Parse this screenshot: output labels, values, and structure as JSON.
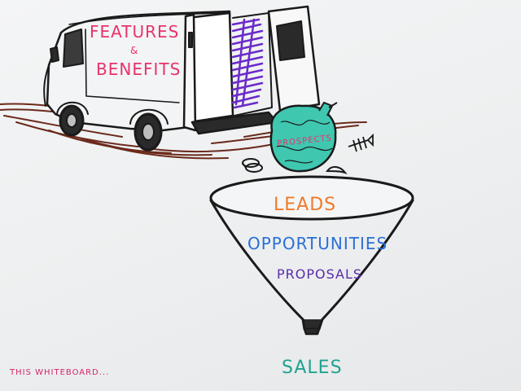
{
  "whiteboard": {
    "van": {
      "line1": "FEATURES",
      "line2": "&",
      "line3": "BENEFITS"
    },
    "prospects_bag": "PROSPECTS",
    "funnel": {
      "leads": "LEADS",
      "opportunities": "OPPORTUNITIES",
      "proposals": "PROPOSALS"
    },
    "output": "SALES",
    "corner_note": "THIS WHITEBOARD..."
  },
  "colors": {
    "features_benefits": "#e8336b",
    "purple_fill": "#6a2bc9",
    "prospects_teal": "#3fc7b0",
    "leads_orange": "#f07a2a",
    "opportunities_blue": "#2b6fd6",
    "proposals_purple": "#5a2ca8",
    "sales_teal": "#1fa38e",
    "corner_note_magenta": "#d4246e",
    "ground_brown": "#6b2a1c",
    "ink": "#1a1a1a"
  }
}
